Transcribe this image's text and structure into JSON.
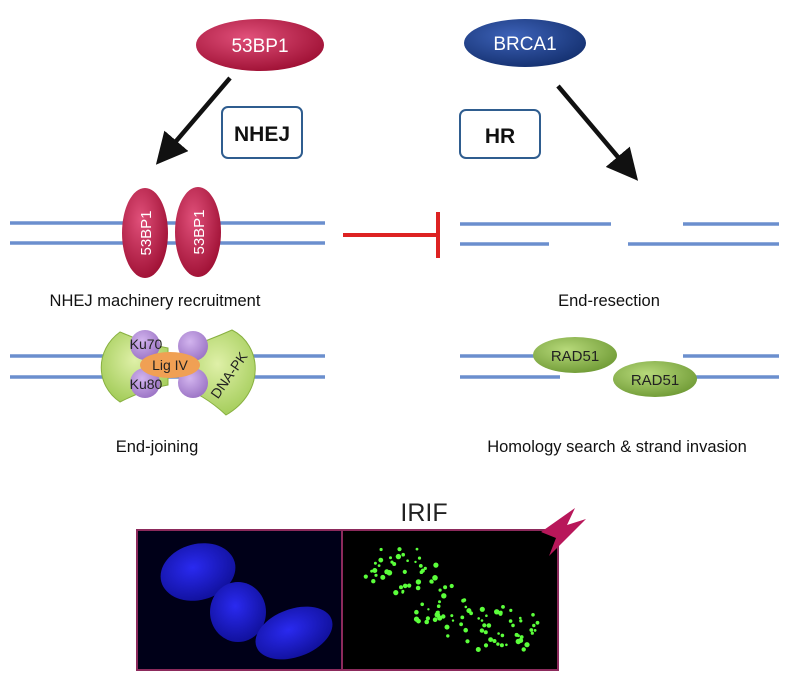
{
  "pathways": {
    "nhej": {
      "protein": "53BP1",
      "pathway_label": "NHEJ",
      "bound_protein": "53BP1",
      "step1_caption": "NHEJ machinery recruitment",
      "step2_caption": "End-joining",
      "complex": {
        "ku70": "Ku70",
        "ku80": "Ku80",
        "ligase": "Lig IV",
        "dnapk": "DNA-PK"
      }
    },
    "hr": {
      "protein": "BRCA1",
      "pathway_label": "HR",
      "step1_caption": "End-resection",
      "step2_caption": "Homology search & strand invasion",
      "rad51": "RAD51"
    }
  },
  "micrographs": {
    "title": "IRIF"
  },
  "colors": {
    "p53bp1": "#b8153e",
    "brca1": "#1c3c86",
    "dna": "#6b8fce",
    "inhibit": "#dd2222",
    "label_box_border": "#2f5d8f",
    "rad51": "#8fb94a",
    "ku_clamp": "#b5d96c",
    "ku_subunit": "#b792d6",
    "ligase": "#f0a054",
    "lightning": "#b8175a",
    "nucleus_blue": "#1f1fd8",
    "foci_green": "#5bff3b",
    "panel_border": "#8c2a5c"
  }
}
